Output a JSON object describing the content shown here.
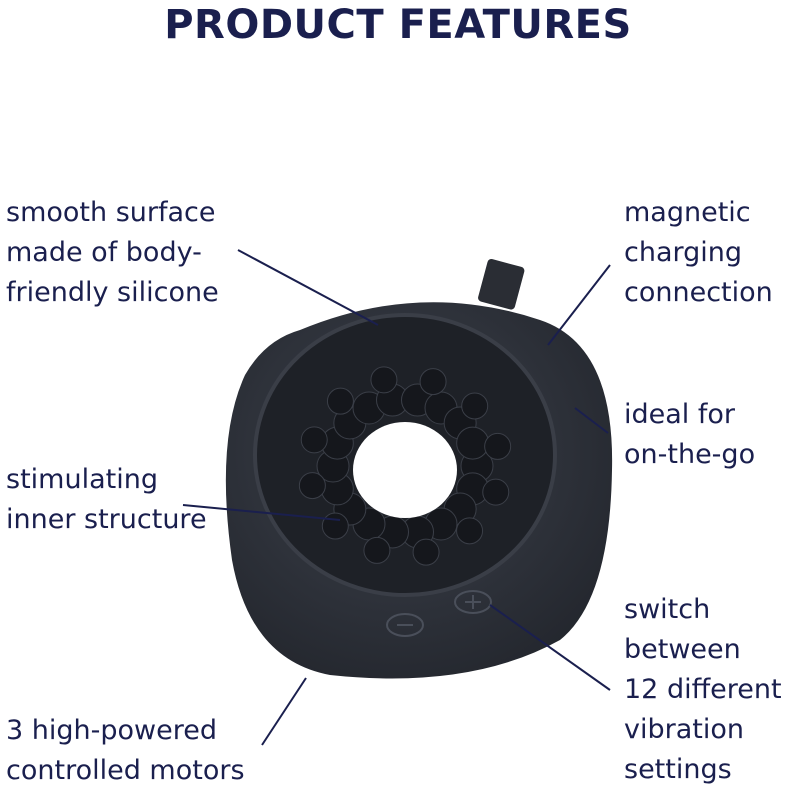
{
  "title": "PRODUCT FEATURES",
  "features": {
    "surface": [
      "smooth surface",
      "made of body-",
      "friendly silicone"
    ],
    "charging": [
      "magnetic",
      "charging",
      "connection"
    ],
    "portable": [
      "ideal for",
      "on-the-go"
    ],
    "structure": [
      "stimulating",
      "inner structure"
    ],
    "settings": [
      "switch",
      "between",
      "12 different",
      "vibration",
      "settings"
    ],
    "motors": [
      "3 high-powered",
      "controlled motors"
    ]
  },
  "colors": {
    "text": "#1a1f4e",
    "product": "#2b2f38"
  }
}
